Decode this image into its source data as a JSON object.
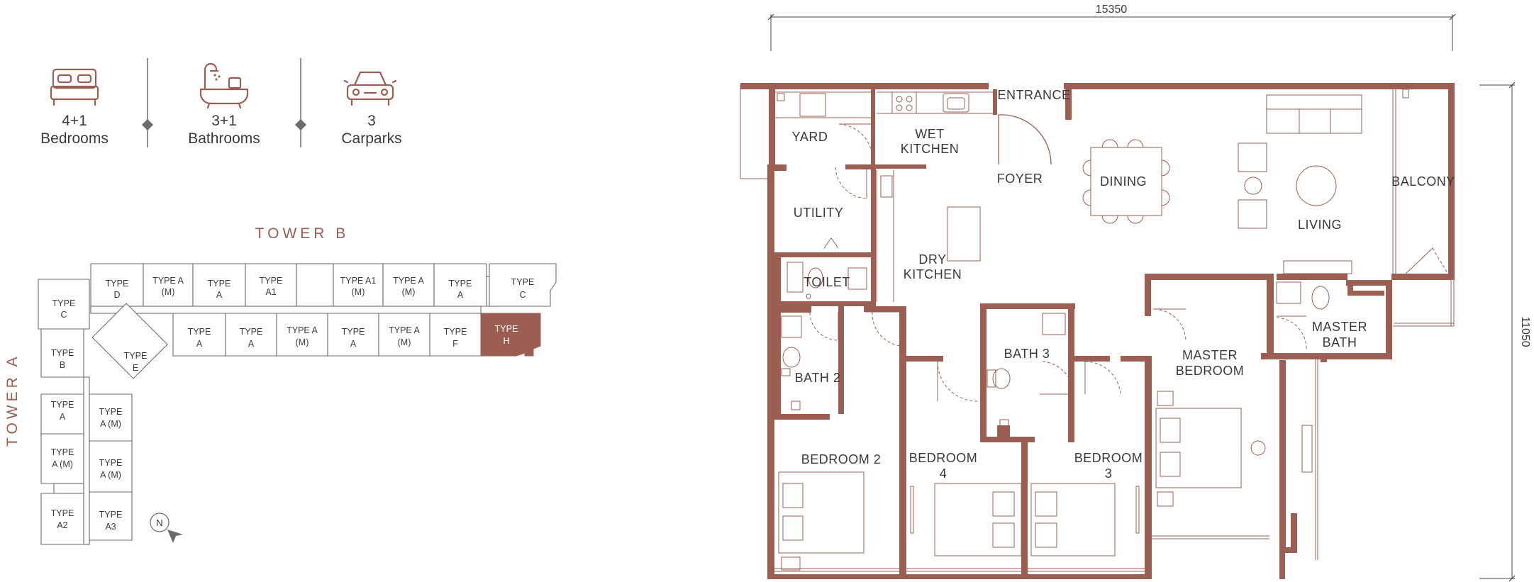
{
  "colors": {
    "wall": "#9a5f52",
    "line": "#9a5f52",
    "text": "#3a3a3a",
    "highlight": "#9a5f52",
    "tower": "#9a5f52"
  },
  "stats": [
    {
      "icon": "bed-icon",
      "value": "4+1",
      "label": "Bedrooms"
    },
    {
      "icon": "bathtub-icon",
      "value": "3+1",
      "label": "Bathrooms"
    },
    {
      "icon": "car-icon",
      "value": "3",
      "label": "Carparks"
    }
  ],
  "keyplan": {
    "tower_b": "TOWER B",
    "tower_a": "TOWER A",
    "north": "N",
    "units": {
      "b_d": [
        "TYPE",
        "D"
      ],
      "b_am1": [
        "TYPE A",
        "(M)"
      ],
      "b_a1": [
        "TYPE",
        "A"
      ],
      "b_a1x": [
        "TYPE",
        "A1"
      ],
      "b_a1m": [
        "TYPE A1",
        "(M)"
      ],
      "b_am2": [
        "TYPE A",
        "(M)"
      ],
      "b_a2": [
        "TYPE",
        "A"
      ],
      "b_c": [
        "TYPE",
        "C"
      ],
      "b_ra": [
        "TYPE",
        "A"
      ],
      "b_ra2": [
        "TYPE",
        "A"
      ],
      "b_ram": [
        "TYPE A",
        "(M)"
      ],
      "b_ra3": [
        "TYPE",
        "A"
      ],
      "b_ram2": [
        "TYPE A",
        "(M)"
      ],
      "b_f": [
        "TYPE",
        "F"
      ],
      "b_h": [
        "TYPE",
        "H"
      ],
      "a_c": [
        "TYPE",
        "C"
      ],
      "a_b": [
        "TYPE",
        "B"
      ],
      "a_e": [
        "TYPE",
        "E"
      ],
      "a_a": [
        "TYPE",
        "A"
      ],
      "a_am": [
        "TYPE",
        "A (M)"
      ],
      "a_a2": [
        "TYPE",
        "A2"
      ],
      "a_ram1": [
        "TYPE",
        "A (M)"
      ],
      "a_ram2": [
        "TYPE",
        "A (M)"
      ],
      "a_a3": [
        "TYPE",
        "A3"
      ]
    }
  },
  "floorplan": {
    "dim_width": "15350",
    "dim_height": "11050",
    "rooms": {
      "yard": "YARD",
      "wet_kitchen": [
        "WET",
        "KITCHEN"
      ],
      "entrance": "ENTRANCE",
      "foyer": "FOYER",
      "dining": "DINING",
      "balcony": "BALCONY",
      "living": "LIVING",
      "utility": "UTILITY",
      "dry_kitchen": [
        "DRY",
        "KITCHEN"
      ],
      "toilet": "TOILET",
      "bath3": "BATH 3",
      "master_bath": [
        "MASTER",
        "BATH"
      ],
      "master_bedroom": [
        "MASTER",
        "BEDROOM"
      ],
      "bath2": "BATH 2",
      "bedroom2": "BEDROOM 2",
      "bedroom4": [
        "BEDROOM",
        "4"
      ],
      "bedroom3": [
        "BEDROOM",
        "3"
      ]
    }
  }
}
